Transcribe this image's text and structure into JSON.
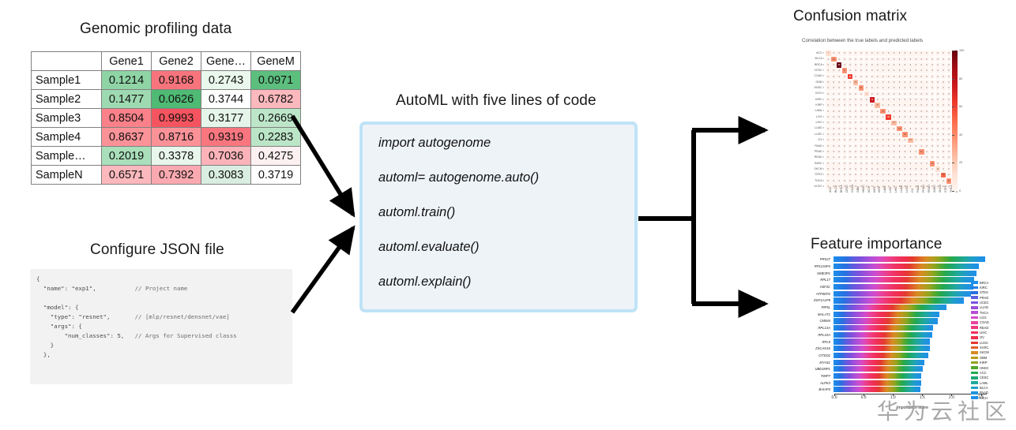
{
  "titles": {
    "genomic": "Genomic profiling data",
    "json": "Configure JSON file",
    "code": "AutoML with five lines of code",
    "confusion": "Confusion matrix",
    "feature": "Feature importance"
  },
  "watermark": "华为云社区",
  "genomic_table": {
    "columns": [
      "",
      "Gene1",
      "Gene2",
      "Gene…",
      "GeneM"
    ],
    "rows": [
      {
        "label": "Sample1",
        "values": [
          "0.1214",
          "0.9168",
          "0.2743",
          "0.0971"
        ],
        "colors": [
          "#8fd4a5",
          "#f8747c",
          "#eaf7ed",
          "#5cbf7e"
        ]
      },
      {
        "label": "Sample2",
        "values": [
          "0.1477",
          "0.0626",
          "0.3744",
          "0.6782"
        ],
        "colors": [
          "#9eda b1",
          "#4fba74",
          "#ffffff",
          "#fbb8bd"
        ]
      },
      {
        "label": "Sample3",
        "values": [
          "0.8504",
          "0.9993",
          "0.3177",
          "0.2669"
        ],
        "colors": [
          "#fa8189",
          "#f4545f",
          "#e5f5ea",
          "#bde6c9"
        ]
      },
      {
        "label": "Sample4",
        "values": [
          "0.8637",
          "0.8716",
          "0.9319",
          "0.2283"
        ],
        "colors": [
          "#fb9298",
          "#fb9298",
          "#f9767f",
          "#bbe5c7"
        ]
      },
      {
        "label": "Sample…",
        "values": [
          "0.2019",
          "0.3378",
          "0.7036",
          "0.4275"
        ],
        "colors": [
          "#a9dfba",
          "#e8f6ec",
          "#fbb3b9",
          "#fdf0f1"
        ]
      },
      {
        "label": "SampleN",
        "values": [
          "0.6571",
          "0.7392",
          "0.3083",
          "0.3719"
        ],
        "colors": [
          "#fbb8bd",
          "#fba9b0",
          "#d9eee1",
          "#ffffff"
        ]
      }
    ]
  },
  "json_config": {
    "lines": [
      {
        "code": "{",
        "comment": ""
      },
      {
        "code": "  \"name\": \"exp1\",",
        "comment": "// Project name"
      },
      {
        "code": "",
        "comment": ""
      },
      {
        "code": "  \"model\": {",
        "comment": ""
      },
      {
        "code": "    \"type\": \"resnet\",",
        "comment": "// [mlp/resnet/densnet/vae]"
      },
      {
        "code": "    \"args\": {",
        "comment": ""
      },
      {
        "code": "        \"num_classes\": 5,",
        "comment": "// Args for Supervised classs"
      },
      {
        "code": "    }",
        "comment": ""
      },
      {
        "code": "  },",
        "comment": ""
      }
    ]
  },
  "code_lines": [
    "import autogenome",
    "automl= autogenome.auto()",
    "automl.train()",
    "automl.evaluate()",
    "automl.explain()"
  ],
  "chart_data": [
    {
      "type": "heatmap",
      "title": "Correlation between the true labels and predicted labels",
      "xlabel": "",
      "ylabel": "",
      "labels": [
        "ACC",
        "BLCA",
        "BRCA",
        "CESC",
        "COAD",
        "GBM",
        "HNSC",
        "KICH",
        "KIRC",
        "KIRP",
        "LAML",
        "LGG",
        "LIHC",
        "LUAD",
        "LUSC",
        "OV",
        "PAAD",
        "PRAD",
        "READ",
        "SARC",
        "SKCM",
        "STES",
        "THCA",
        "UCEC"
      ],
      "colorbar": {
        "min": 0,
        "max": 100,
        "ticks": [
          0,
          20,
          40,
          60,
          80,
          100
        ]
      },
      "diagonal_values": [
        7,
        38,
        99,
        37,
        66,
        23,
        33,
        7,
        71,
        23,
        33,
        65,
        31,
        33,
        39,
        24,
        6,
        34,
        6,
        33,
        14,
        45,
        33,
        16
      ],
      "note": "near-diagonal confusion matrix; off-diagonal values mostly 0-2"
    },
    {
      "type": "bar",
      "orientation": "horizontal",
      "stacked": true,
      "title": "",
      "xlabel": "Importance score",
      "ylabel": "",
      "xlim": [
        0.0,
        2.6
      ],
      "xticks": [
        0.0,
        0.5,
        1.0,
        1.5,
        2.0,
        2.5
      ],
      "categories": [
        "PRS27",
        "RP1234P4",
        "NME3P1",
        "RPL17",
        "H3F3C",
        "ATP5EP2",
        "EEF1A1P9",
        "PIP5L",
        "MALAT1",
        "CMIM4",
        "RPL13A",
        "RPL10A",
        "RPL9",
        "ZSCAN16",
        "CITED2",
        "MYH11",
        "UBE2MP1",
        "TIMP7",
        "ALPK3",
        "BAIAP3"
      ],
      "values": [
        2.58,
        2.48,
        2.44,
        2.4,
        2.38,
        2.34,
        2.22,
        1.92,
        1.8,
        1.78,
        1.7,
        1.68,
        1.65,
        1.64,
        1.61,
        1.55,
        1.52,
        1.5,
        1.49,
        1.48
      ],
      "legend_position": "right",
      "legend": [
        {
          "label": "BRCA",
          "color": "#1f8fe8"
        },
        {
          "label": "KIRC",
          "color": "#1f7fe8"
        },
        {
          "label": "STES",
          "color": "#2a6fe0"
        },
        {
          "label": "PRAD",
          "color": "#5a5ee0"
        },
        {
          "label": "UCEC",
          "color": "#7a52dd"
        },
        {
          "label": "LUAD",
          "color": "#9a4fda"
        },
        {
          "label": "THCA",
          "color": "#b84ed6"
        },
        {
          "label": "LGG",
          "color": "#d44bc9"
        },
        {
          "label": "COAD",
          "color": "#e8439f"
        },
        {
          "label": "READ",
          "color": "#ef3a7c"
        },
        {
          "label": "LIHC",
          "color": "#f0325f"
        },
        {
          "label": "OV",
          "color": "#ef2f4a"
        },
        {
          "label": "LUSC",
          "color": "#e33a2f"
        },
        {
          "label": "SARC",
          "color": "#e0622a"
        },
        {
          "label": "SKCM",
          "color": "#d98a22"
        },
        {
          "label": "GBM",
          "color": "#b89a1e"
        },
        {
          "label": "KIRP",
          "color": "#8fa51f"
        },
        {
          "label": "HNSC",
          "color": "#52a82f"
        },
        {
          "label": "ACC",
          "color": "#24a84f"
        },
        {
          "label": "CESC",
          "color": "#1fa877"
        },
        {
          "label": "LAML",
          "color": "#1fa89c"
        },
        {
          "label": "BLCA",
          "color": "#1f9fc4"
        },
        {
          "label": "PAAD",
          "color": "#1f94dc"
        },
        {
          "label": "KICH",
          "color": "#1f8fe8"
        }
      ]
    }
  ]
}
